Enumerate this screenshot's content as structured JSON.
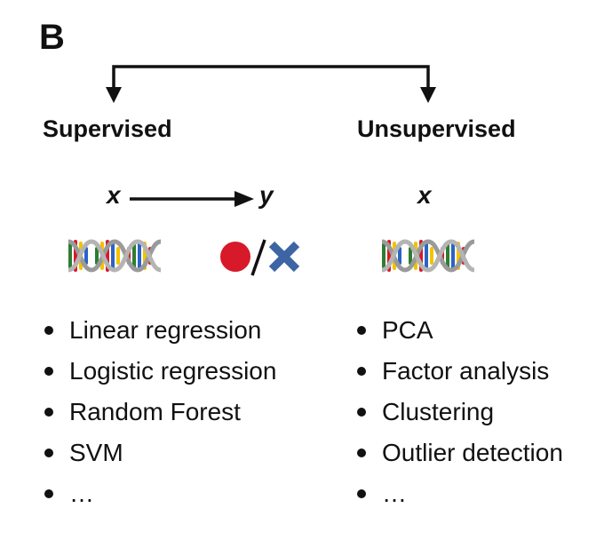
{
  "panel_label": "B",
  "supervised": {
    "heading": "Supervised",
    "input_var": "x",
    "output_var": "y",
    "methods": [
      "Linear regression",
      "Logistic regression",
      "Random Forest",
      "SVM",
      "…"
    ]
  },
  "unsupervised": {
    "heading": "Unsupervised",
    "input_var": "x",
    "methods": [
      "PCA",
      "Factor analysis",
      "Clustering",
      "Outlier detection",
      "…"
    ]
  },
  "icons": {
    "dna": "dna-helix-icon",
    "outcome_positive": "red-circle-icon",
    "outcome_negative": "blue-cross-icon"
  },
  "colors": {
    "text": "#111111",
    "circle": "#d7192a",
    "cross": "#3d64a3",
    "dna_backbone": "#9a9a9a",
    "dna_bases": [
      "#2e7d32",
      "#d7192a",
      "#f2c300",
      "#2a64c4"
    ]
  }
}
